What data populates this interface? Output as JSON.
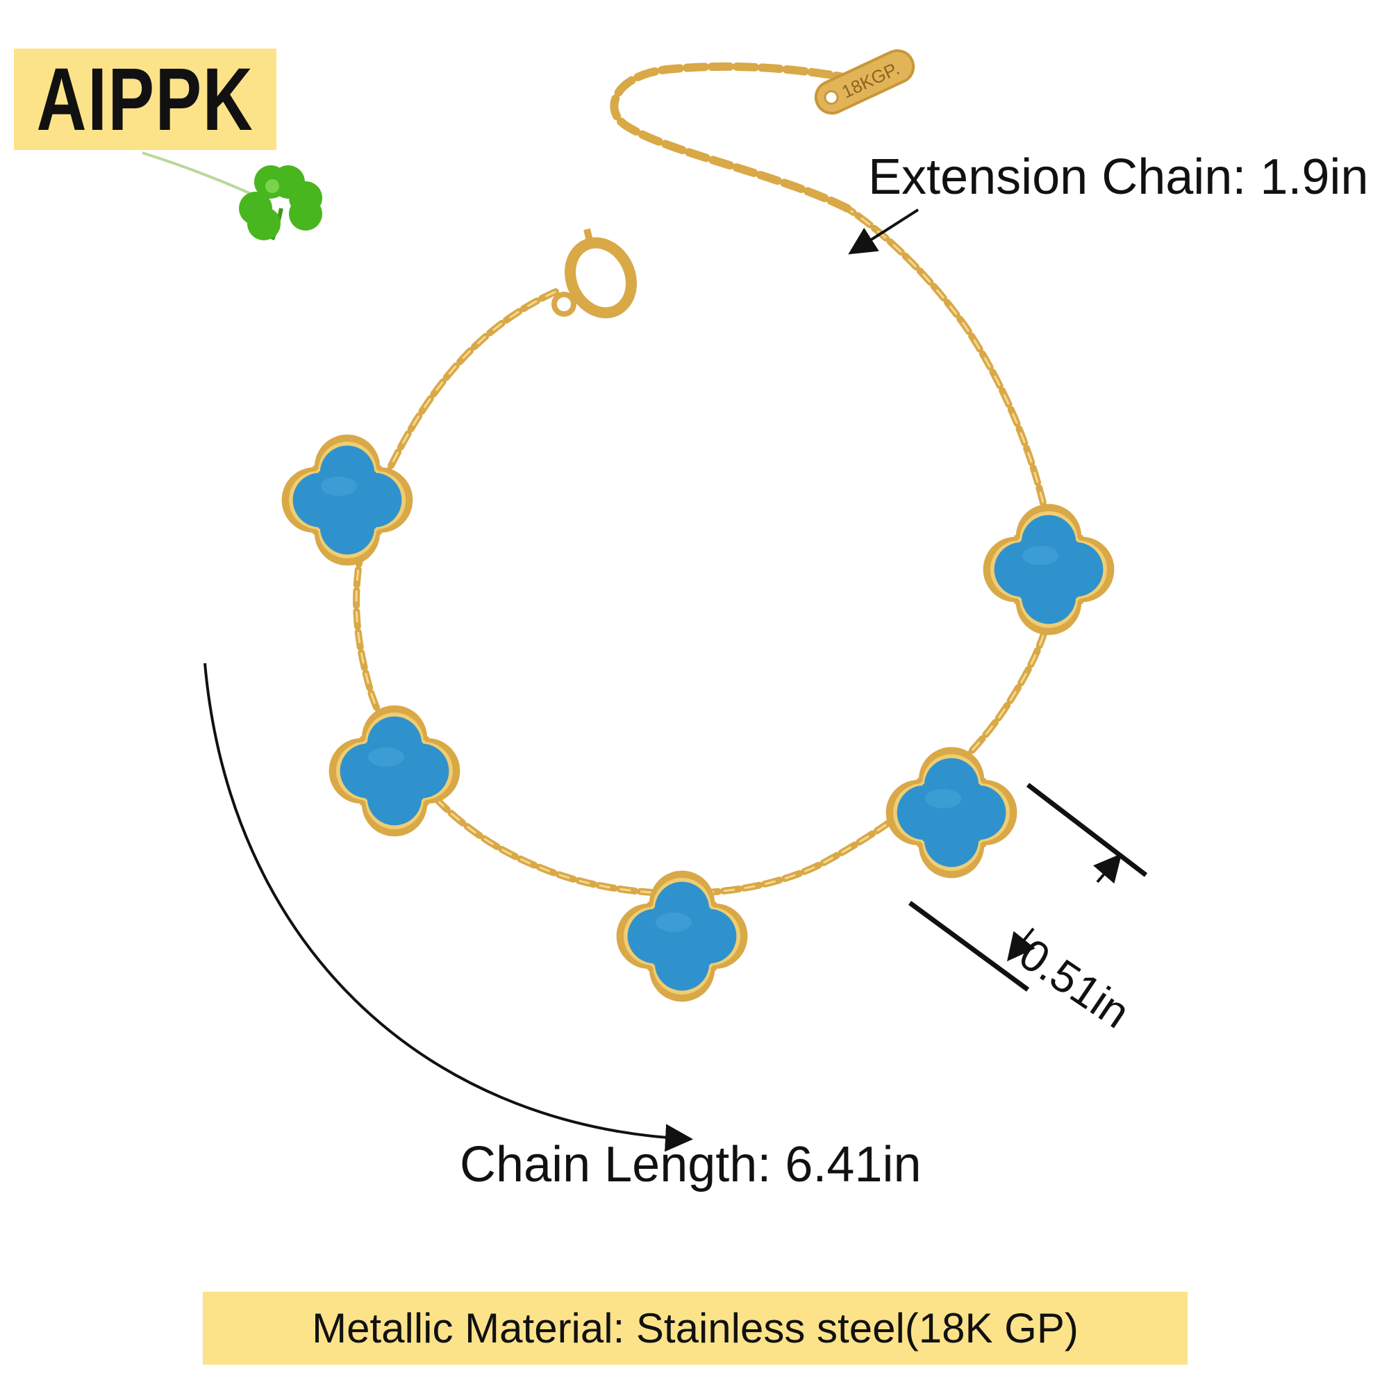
{
  "brand": {
    "name": "AIPPK"
  },
  "tag_engraving": "18KGP.",
  "labels": {
    "extension_chain": "Extension Chain: 1.9in",
    "chain_length": "Chain Length: 6.41in",
    "charm_width": "0.51in"
  },
  "material": "Metallic Material: Stainless steel(18K GP)",
  "colors": {
    "banner": "#fce38a",
    "charm_blue": "#2f92cc",
    "gold": "#d9a847",
    "clover_green": "#48b61f",
    "text": "#111111"
  },
  "icons": [
    "clover-icon",
    "bracelet-image",
    "arrow-icon"
  ]
}
